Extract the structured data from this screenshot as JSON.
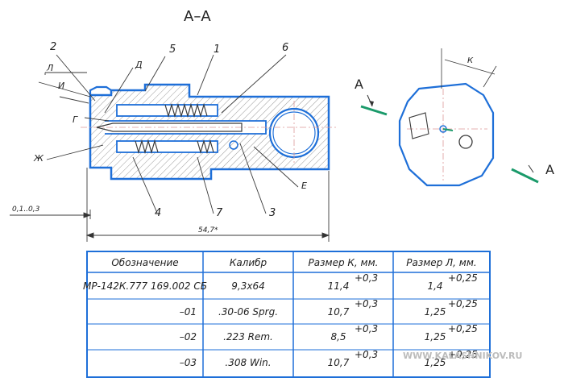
{
  "section_title": "A–A",
  "callouts": {
    "n1": "1",
    "n2": "2",
    "n3": "3",
    "n4": "4",
    "n5": "5",
    "n6": "6",
    "n7": "7",
    "L": "Л",
    "I": "И",
    "D": "Д",
    "G": "Г",
    "Zh": "Ж",
    "E": "Е",
    "K": "К"
  },
  "dims": {
    "gap": "0,1..0,3",
    "length": "54,7*"
  },
  "section_marks": {
    "left": "A",
    "right": "A"
  },
  "table": {
    "headers": [
      "Обозначение",
      "Калибр",
      "Размер К, мм.",
      "Размер Л, мм."
    ],
    "rows": [
      {
        "designation": "МР-142К.777 169.002 СБ",
        "caliber": "9,3x64",
        "k": "11,4",
        "k_tol": "+0,3",
        "l": "1,4",
        "l_tol": "+0,25"
      },
      {
        "designation": "–01",
        "caliber": ".30-06 Sprg.",
        "k": "10,7",
        "k_tol": "+0,3",
        "l": "1,25",
        "l_tol": "+0,25"
      },
      {
        "designation": "–02",
        "caliber": ".223 Rem.",
        "k": "8,5",
        "k_tol": "+0,3",
        "l": "1,25",
        "l_tol": "+0,25"
      },
      {
        "designation": "–03",
        "caliber": ".308 Win.",
        "k": "10,7",
        "k_tol": "+0,3",
        "l": "1,25",
        "l_tol": "+0,25"
      }
    ]
  },
  "watermark": "WWW.KALASHNIKOV.RU",
  "colors": {
    "outline": "#1e6fd8",
    "ink": "#3a3a3a",
    "section_mark": "#1a9a6a",
    "table_border": "#1e6fd8"
  }
}
